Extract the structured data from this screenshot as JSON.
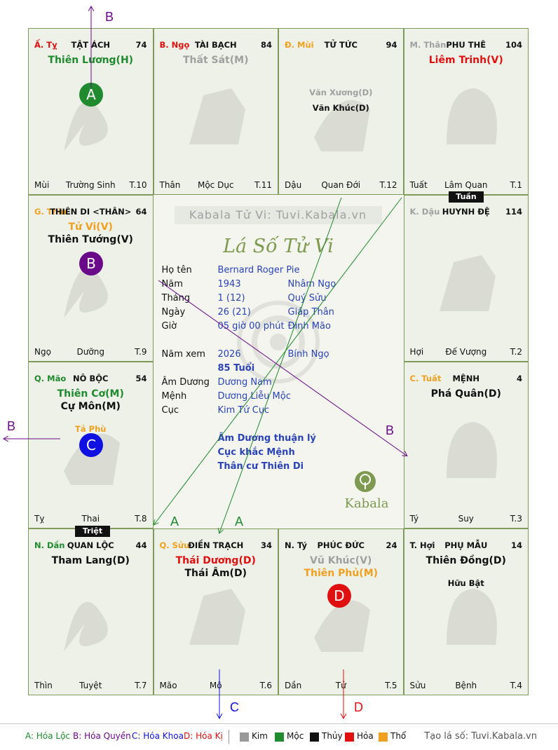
{
  "watermark": "Kabala Tử Vi: Tuvi.Kabala.vn",
  "logo_text": "Lá Số Tử Vi",
  "brand_center": "Kabala",
  "colors": {
    "green": "#1f8a2e",
    "red": "#e01010",
    "orange": "#f0a020",
    "gray": "#a0a0a0",
    "black": "#111111",
    "purple": "#6a0a8a",
    "blue": "#1010e0",
    "blue_text": "#2a43b8"
  },
  "palaces": [
    {
      "can_chi": "Ấ. Tỵ",
      "can_color": "#e01010",
      "name": "TẬT ÁCH",
      "number": "74",
      "main_stars": [
        {
          "text": "Thiên Lương(H)",
          "color": "#1f8a2e"
        }
      ],
      "minor_stars": [],
      "chi": "Mùi",
      "stage": "Trường Sinh",
      "age": "T.10"
    },
    {
      "can_chi": "B. Ngọ",
      "can_color": "#e01010",
      "name": "TÀI BẠCH",
      "number": "84",
      "main_stars": [
        {
          "text": "Thất Sát(M)",
          "color": "#a0a0a0"
        }
      ],
      "minor_stars": [],
      "chi": "Thân",
      "stage": "Mộc Dục",
      "age": "T.11"
    },
    {
      "can_chi": "Đ. Mùi",
      "can_color": "#f0a020",
      "name": "TỬ TỨC",
      "number": "94",
      "main_stars": [],
      "minor_stars": [
        {
          "text": "Văn Xương(D)",
          "color": "#a0a0a0"
        },
        {
          "text": "Văn Khúc(D)",
          "color": "#111111"
        }
      ],
      "chi": "Dậu",
      "stage": "Quan Đới",
      "age": "T.12"
    },
    {
      "can_chi": "M. Thân",
      "can_color": "#a0a0a0",
      "name": "PHU THÊ",
      "number": "104",
      "main_stars": [
        {
          "text": "Liêm Trinh(V)",
          "color": "#e01010"
        }
      ],
      "minor_stars": [],
      "chi": "Tuất",
      "stage": "Lâm Quan",
      "age": "T.1"
    },
    {
      "can_chi": "G. Thìn",
      "can_color": "#f0a020",
      "name": "THIÊN DI <THÂN>",
      "number": "64",
      "main_stars": [
        {
          "text": "Tử Vi(V)",
          "color": "#f0a020"
        },
        {
          "text": "Thiên Tướng(V)",
          "color": "#111111"
        }
      ],
      "minor_stars": [],
      "chi": "Ngọ",
      "stage": "Dưỡng",
      "age": "T.9"
    },
    {
      "can_chi": "K. Dậu",
      "can_color": "#a0a0a0",
      "name": "HUYNH ĐỆ",
      "number": "114",
      "main_stars": [],
      "minor_stars": [],
      "chi": "Hợi",
      "stage": "Đế Vượng",
      "age": "T.2"
    },
    {
      "can_chi": "Q. Mão",
      "can_color": "#1f8a2e",
      "name": "NÔ BỘC",
      "number": "54",
      "main_stars": [
        {
          "text": "Thiên Cơ(M)",
          "color": "#1f8a2e"
        },
        {
          "text": "Cự Môn(M)",
          "color": "#111111"
        }
      ],
      "minor_stars": [
        {
          "text": "Tả Phù",
          "color": "#f0a020"
        }
      ],
      "chi": "Tỵ",
      "stage": "Thai",
      "age": "T.8"
    },
    {
      "can_chi": "C. Tuất",
      "can_color": "#f0a020",
      "name": "MỆNH",
      "number": "4",
      "main_stars": [
        {
          "text": "Phá Quân(D)",
          "color": "#111111"
        }
      ],
      "minor_stars": [],
      "chi": "Tý",
      "stage": "Suy",
      "age": "T.3"
    },
    {
      "can_chi": "N. Dần",
      "can_color": "#1f8a2e",
      "name": "QUAN LỘC",
      "number": "44",
      "main_stars": [
        {
          "text": "Tham Lang(D)",
          "color": "#111111"
        }
      ],
      "minor_stars": [],
      "chi": "Thìn",
      "stage": "Tuyệt",
      "age": "T.7"
    },
    {
      "can_chi": "Q. Sửu",
      "can_color": "#f0a020",
      "name": "ĐIỀN TRẠCH",
      "number": "34",
      "main_stars": [
        {
          "text": "Thái Dương(D)",
          "color": "#e01010"
        },
        {
          "text": "Thái Âm(D)",
          "color": "#111111"
        }
      ],
      "minor_stars": [],
      "chi": "Mão",
      "stage": "Mộ",
      "age": "T.6"
    },
    {
      "can_chi": "N. Tý",
      "can_color": "#111111",
      "name": "PHÚC ĐỨC",
      "number": "24",
      "main_stars": [
        {
          "text": "Vũ Khúc(V)",
          "color": "#a0a0a0"
        },
        {
          "text": "Thiên Phủ(M)",
          "color": "#f0a020"
        }
      ],
      "minor_stars": [],
      "chi": "Dần",
      "stage": "Tử",
      "age": "T.5"
    },
    {
      "can_chi": "T. Hợi",
      "can_color": "#111111",
      "name": "PHỤ MẪU",
      "number": "14",
      "main_stars": [
        {
          "text": "Thiên Đồng(D)",
          "color": "#111111"
        }
      ],
      "minor_stars": [
        {
          "text": "Hữu Bật",
          "color": "#111111"
        }
      ],
      "chi": "Sửu",
      "stage": "Bệnh",
      "age": "T.4"
    }
  ],
  "tags": {
    "tuan": "Tuần",
    "triet": "Triệt"
  },
  "badges": {
    "a": "A",
    "b": "B",
    "c": "C",
    "d": "D"
  },
  "center": {
    "rows": [
      {
        "k": "Họ tên",
        "v1": "Bernard Roger Pie",
        "v2": ""
      },
      {
        "k": "Năm",
        "v1": "1943",
        "v2": "Nhâm Ngọ"
      },
      {
        "k": "Tháng",
        "v1": "1  (12)",
        "v2": "Quý Sửu"
      },
      {
        "k": "Ngày",
        "v1": "26  (21)",
        "v2": "Giáp Thân"
      },
      {
        "k": "Giờ",
        "v1": "05 giờ 00 phút",
        "v2": "Đinh Mão"
      },
      {
        "k": "Năm xem",
        "v1": "2026",
        "v2": "Bính Ngọ"
      },
      {
        "k": "",
        "v1": "85 Tuổi",
        "v2": ""
      },
      {
        "k": "Âm Dương",
        "v1": "Dương Nam",
        "v2": ""
      },
      {
        "k": "Mệnh",
        "v1": "Dương Liễu Mộc",
        "v2": ""
      },
      {
        "k": "Cục",
        "v1": "Kim Tứ Cục",
        "v2": ""
      }
    ],
    "notes": [
      "Âm Dương thuận lý",
      "Cục khắc Mệnh",
      "Thân cư Thiên Di"
    ]
  },
  "arrow_labels": {
    "a1": "A",
    "a2": "A",
    "b_top": "B",
    "b_left": "B",
    "b_mid": "B",
    "c_bottom": "C",
    "d_bottom": "D"
  },
  "legend": {
    "a": "A: Hóa Lộc",
    "b": "B: Hóa Quyền",
    "c": "C: Hóa Khoa",
    "d": "D: Hóa Kị",
    "elements": [
      {
        "label": "Kim",
        "color": "#999999"
      },
      {
        "label": "Mộc",
        "color": "#1f8a2e"
      },
      {
        "label": "Thủy",
        "color": "#111111"
      },
      {
        "label": "Hỏa",
        "color": "#e01010"
      },
      {
        "label": "Thổ",
        "color": "#f0a020"
      }
    ],
    "brand": "Tạo lá số: Tuvi.Kabala.vn"
  }
}
